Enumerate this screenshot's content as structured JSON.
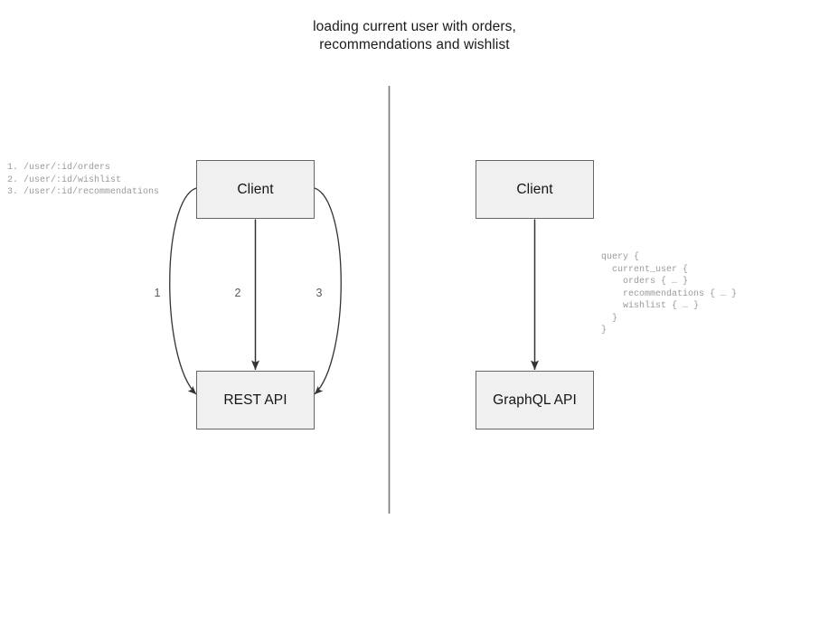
{
  "title": {
    "text": "loading current user with orders,\nrecommendations and wishlist"
  },
  "divider": {
    "orientation": "vertical"
  },
  "rest_side": {
    "nodes": {
      "client": "Client",
      "api": "REST API"
    },
    "edges": [
      {
        "label": "1",
        "shape": "curve-left",
        "direction": "bidirectional"
      },
      {
        "label": "2",
        "shape": "straight",
        "direction": "bidirectional"
      },
      {
        "label": "3",
        "shape": "curve-right",
        "direction": "bidirectional"
      }
    ],
    "endpoint_list": "1. /user/:id/orders\n2. /user/:id/wishlist\n3. /user/:id/recommendations"
  },
  "graphql_side": {
    "nodes": {
      "client": "Client",
      "api": "GraphQL API"
    },
    "edges": [
      {
        "label": "",
        "shape": "straight",
        "direction": "bidirectional"
      }
    ],
    "query": "query {\n  current_user {\n    orders { … }\n    recommendations { … }\n    wishlist { … }\n  }\n}"
  },
  "colors": {
    "box_fill": "#f0f0f0",
    "box_border": "#666666",
    "text": "#141414",
    "annotation": "#9a9a9a",
    "edge": "#333333",
    "divider": "#777777"
  }
}
